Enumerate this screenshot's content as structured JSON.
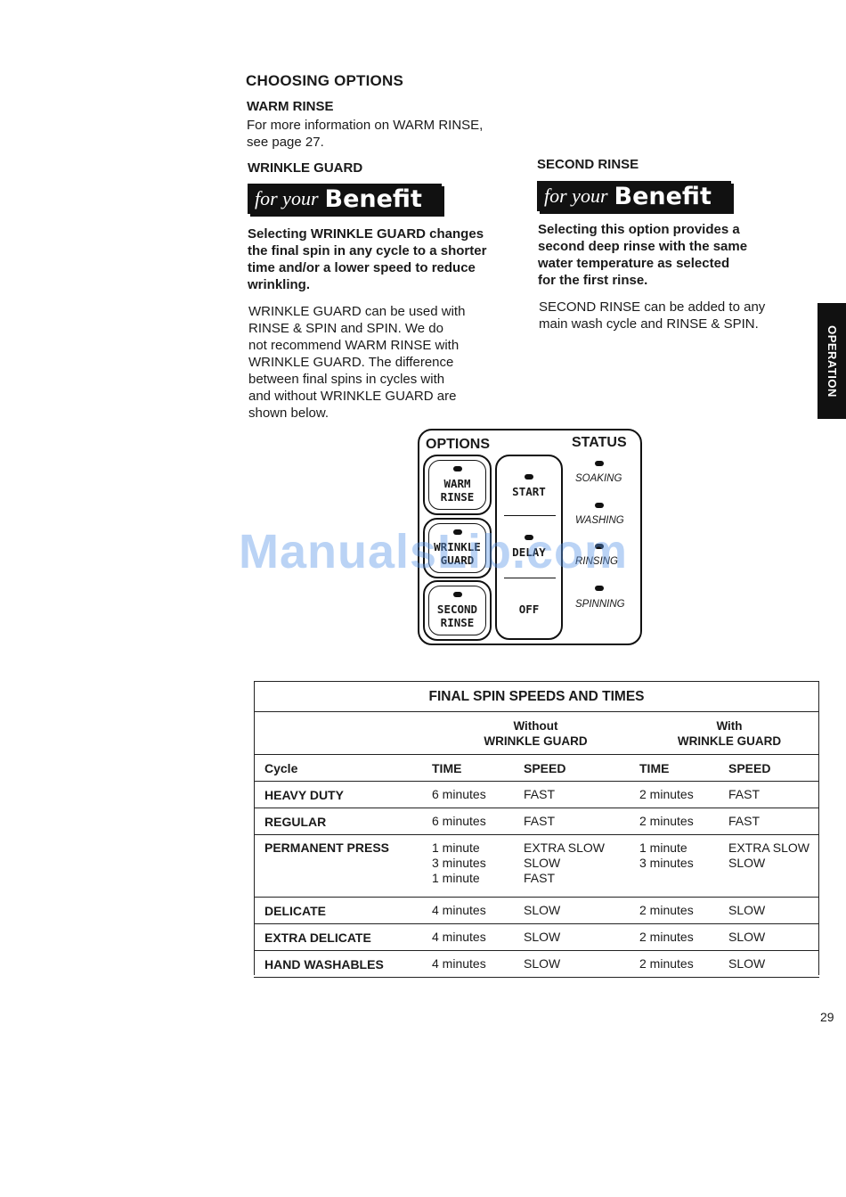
{
  "heading": "CHOOSING OPTIONS",
  "warm_rinse": {
    "title": "WARM RINSE",
    "text_line1": "For more information on WARM RINSE,",
    "text_line2": "see page 27."
  },
  "wrinkle_guard": {
    "title": "WRINKLE GUARD",
    "benefit_small": "for your",
    "benefit_big": "Benefit",
    "bold_lines": [
      "Selecting WRINKLE GUARD changes",
      "the final spin in any cycle to a shorter",
      "time and/or a lower speed to reduce",
      "wrinkling."
    ],
    "body_lines": [
      "WRINKLE GUARD can be used with",
      "RINSE & SPIN and SPIN. We do",
      "not recommend WARM RINSE with",
      "WRINKLE GUARD. The difference",
      "between final spins in cycles with",
      "and without WRINKLE GUARD are",
      "shown below."
    ]
  },
  "second_rinse": {
    "title": "SECOND RINSE",
    "benefit_small": "for your",
    "benefit_big": "Benefit",
    "bold_lines": [
      "Selecting this option provides a",
      "second deep rinse with the same",
      "water temperature as selected",
      "for the first rinse."
    ],
    "body_lines": [
      "SECOND RINSE can be added to any",
      "main wash cycle and RINSE & SPIN."
    ]
  },
  "side_tab": "OPERATION",
  "panel": {
    "options_label": "OPTIONS",
    "status_label": "STATUS",
    "buttons": {
      "warm_rinse": "WARM\nRINSE",
      "wrinkle_guard": "WRINKLE\nGUARD",
      "second_rinse": "SECOND\nRINSE",
      "start": "START",
      "delay": "DELAY",
      "off": "OFF"
    },
    "status": [
      "SOAKING",
      "WASHING",
      "RINSING",
      "SPINNING"
    ]
  },
  "watermark": "ManualsLib.com",
  "table": {
    "title": "FINAL SPIN SPEEDS AND TIMES",
    "without_line1": "Without",
    "without_line2": "WRINKLE GUARD",
    "with_line1": "With",
    "with_line2": "WRINKLE GUARD",
    "col_cycle": "Cycle",
    "col_time": "TIME",
    "col_speed": "SPEED",
    "rows": [
      {
        "cycle": "HEAVY DUTY",
        "t1": [
          "6 minutes"
        ],
        "s1": [
          "FAST"
        ],
        "t2": [
          "2 minutes"
        ],
        "s2": [
          "FAST"
        ]
      },
      {
        "cycle": "REGULAR",
        "t1": [
          "6 minutes"
        ],
        "s1": [
          "FAST"
        ],
        "t2": [
          "2 minutes"
        ],
        "s2": [
          "FAST"
        ]
      },
      {
        "cycle": "PERMANENT PRESS",
        "t1": [
          "1 minute",
          "3 minutes",
          "1 minute"
        ],
        "s1": [
          "EXTRA SLOW",
          "SLOW",
          "FAST"
        ],
        "t2": [
          "1 minute",
          "3 minutes"
        ],
        "s2": [
          "EXTRA SLOW",
          "SLOW"
        ]
      },
      {
        "cycle": "DELICATE",
        "t1": [
          "4 minutes"
        ],
        "s1": [
          "SLOW"
        ],
        "t2": [
          "2 minutes"
        ],
        "s2": [
          "SLOW"
        ]
      },
      {
        "cycle": "EXTRA DELICATE",
        "t1": [
          "4 minutes"
        ],
        "s1": [
          "SLOW"
        ],
        "t2": [
          "2 minutes"
        ],
        "s2": [
          "SLOW"
        ]
      },
      {
        "cycle": "HAND WASHABLES",
        "t1": [
          "4 minutes"
        ],
        "s1": [
          "SLOW"
        ],
        "t2": [
          "2 minutes"
        ],
        "s2": [
          "SLOW"
        ]
      }
    ]
  },
  "page_number": "29"
}
